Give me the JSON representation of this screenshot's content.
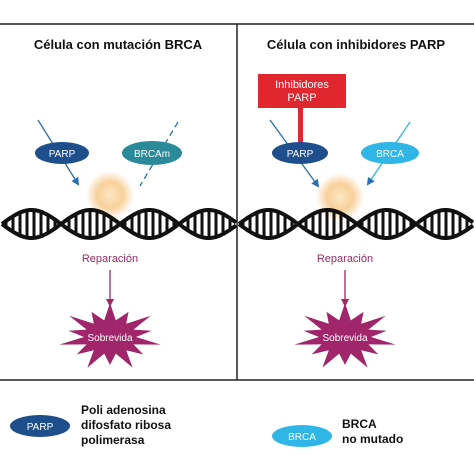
{
  "left_panel": {
    "title": "Célula con mutación BRCA",
    "parp_label": "PARP",
    "brca_label": "BRCAm",
    "repair_label": "Reparación",
    "survival_label": "Sobrevida"
  },
  "right_panel": {
    "title": "Célula con inhibidores PARP",
    "inhibitor_line1": "Inhibidores",
    "inhibitor_line2": "PARP",
    "parp_label": "PARP",
    "brca_label": "BRCA",
    "repair_label": "Reparación",
    "survival_label": "Sobrevida"
  },
  "legend": {
    "parp_oval_label": "PARP",
    "parp_line1": "Poli adenosina",
    "parp_line2": "difosfato ribosa",
    "parp_line3": "polimerasa",
    "brca_oval_label": "BRCA",
    "brca_line1": "BRCA",
    "brca_line2": "no mutado"
  },
  "colors": {
    "parp_blue": "#1f4e8c",
    "brca_dark_teal": "#2b8a9a",
    "brca_light_blue": "#2fb6e6",
    "magenta": "#a0256a",
    "inhibitor_red": "#e0262e",
    "glow": "#f7c98a"
  }
}
